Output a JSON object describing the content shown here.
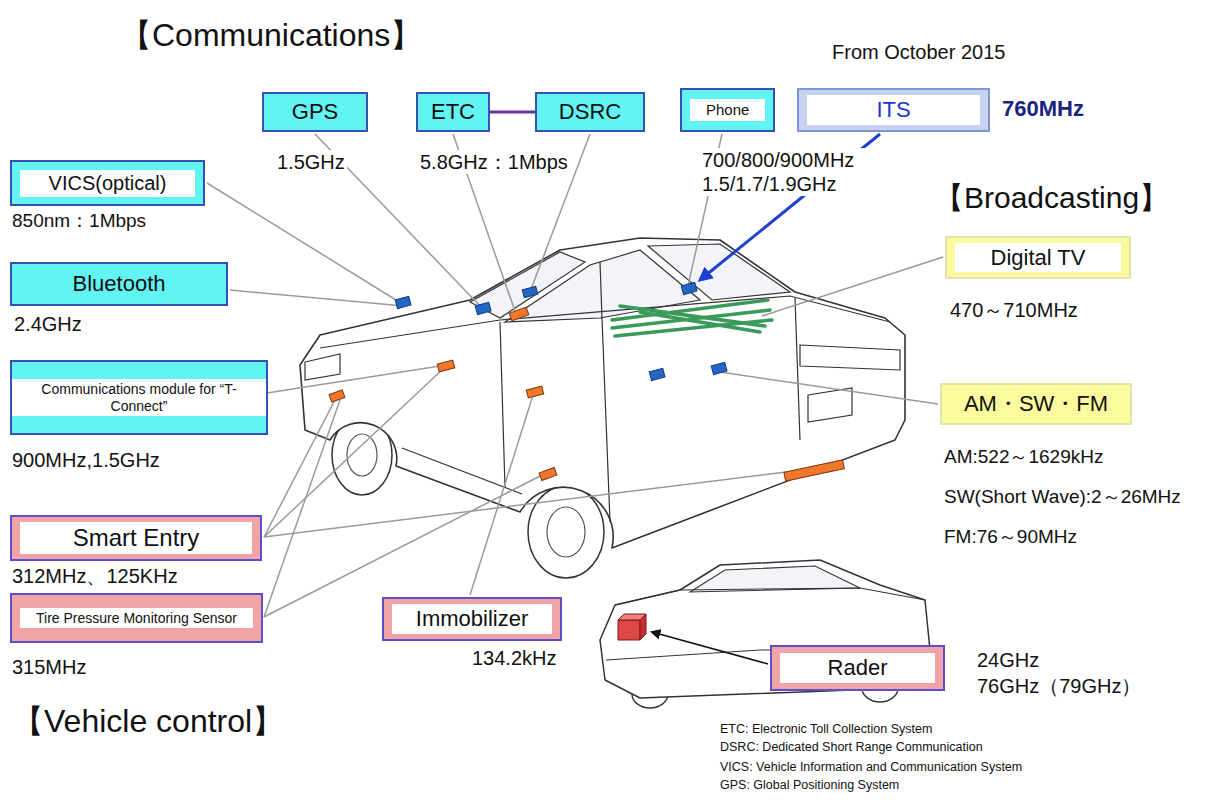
{
  "diagram": {
    "nodes": [
      {
        "text": [
          "VICS(optical)"
        ]
      },
      {
        "text": [
          "GPS"
        ]
      },
      {
        "text": [
          "ETC"
        ]
      },
      {
        "text": [
          "DSRC"
        ]
      },
      {
        "text": [
          "Phone"
        ]
      },
      {
        "text": [
          "ITS"
        ]
      },
      {
        "text": [
          "Bluetooth"
        ]
      },
      {
        "text": [
          "Digital TV"
        ]
      },
      {
        "text": [
          "AM・SW・FM"
        ]
      },
      {
        "text": [
          "Communications module for “T-Connect”"
        ]
      },
      {
        "text": [
          "Smart Entry"
        ]
      },
      {
        "text": [
          "Tire Pressure Monitoring Sensor"
        ]
      },
      {
        "text": [
          "Immobilizer"
        ]
      },
      {
        "text": [
          "Rader"
        ]
      }
    ],
    "edges": [
      {
        "from": 2,
        "to": 3,
        "arrow": "none"
      }
    ],
    "labels": [
      "【Communications】",
      "850nm：1Mbps",
      "1.5GHz",
      "5.8GHz：1Mbps",
      "700/800/900MHz 1.5/1.7/1.9GHz",
      "From October 2015",
      "760MHz",
      "【Broadcasting】",
      "2.4GHz",
      "470～710MHz",
      "AM:522～1629kHz",
      "SW(Short Wave):2～26MHz",
      "FM:76～90MHz",
      "900MHz,1.5GHz",
      "312MHz、125KHz",
      "315MHz",
      "134.2kHz",
      "24GHz",
      "76GHz（79GHz）",
      "【Vehicle control】",
      "ETC: Electronic Toll Collection System",
      "DSRC: Dedicated Short Range Communication",
      "VICS: Vehicle Information and Communication System",
      "GPS: Global Positioning System"
    ]
  }
}
